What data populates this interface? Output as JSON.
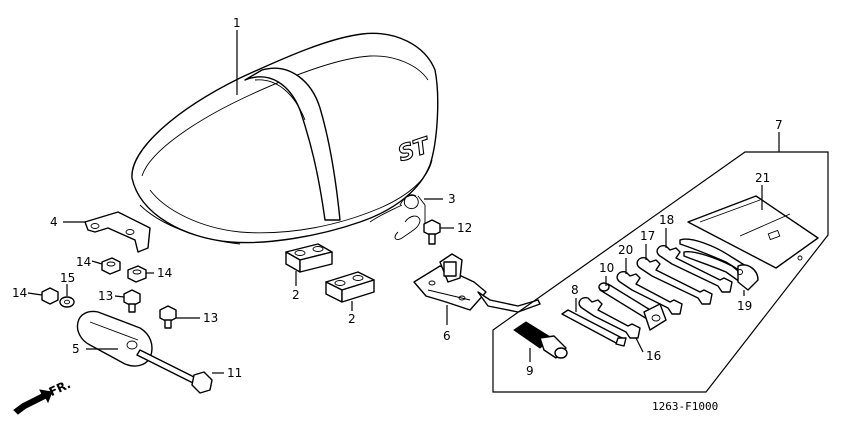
{
  "callouts": {
    "c1": "1",
    "c2a": "2",
    "c2b": "2",
    "c3": "3",
    "c4": "4",
    "c5": "5",
    "c6": "6",
    "c7": "7",
    "c8": "8",
    "c9": "9",
    "c10": "10",
    "c11": "11",
    "c12": "12",
    "c13a": "13",
    "c13b": "13",
    "c14a": "14",
    "c14b": "14",
    "c14c": "14",
    "c15": "15",
    "c16": "16",
    "c17": "17",
    "c18": "18",
    "c19": "19",
    "c20": "20",
    "c21": "21"
  },
  "seat_emblem": "ST",
  "direction_label": "FR.",
  "diagram_code": "1263-F1000"
}
